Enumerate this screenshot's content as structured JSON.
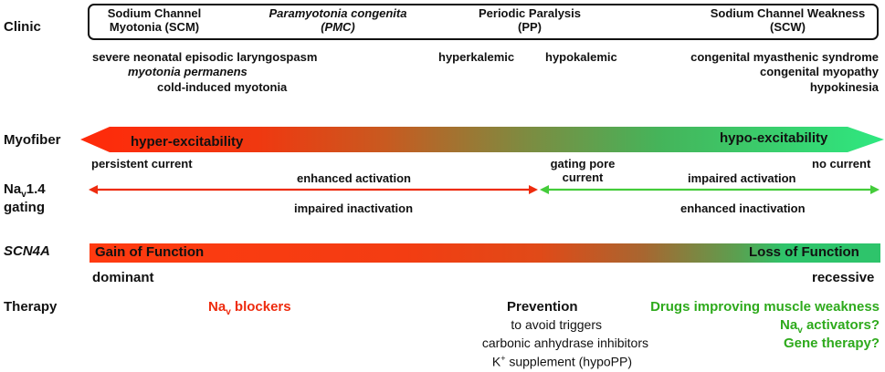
{
  "row_labels": {
    "clinic": "Clinic",
    "myofiber": "Myofiber",
    "nav_main": "Na",
    "nav_sub": "v",
    "nav_rest": "1.4",
    "gating": "gating",
    "scn4a": "SCN4A",
    "therapy": "Therapy"
  },
  "clinic_box": {
    "scm_line1": "Sodium Channel",
    "scm_line2": "Myotonia (SCM)",
    "pmc_line1": "Paramyotonia congenita",
    "pmc_line2": "(PMC)",
    "pp_line1": "Periodic Paralysis",
    "pp_line2": "(PP)",
    "scw_line1": "Sodium Channel Weakness",
    "scw_line2": "(SCW)"
  },
  "clinic_details": {
    "left1": "severe neonatal episodic laryngospasm",
    "left2": "myotonia permanens",
    "left3": "cold-induced myotonia",
    "hyperkalemic": "hyperkalemic",
    "hypokalemic": "hypokalemic",
    "right1": "congenital myasthenic syndrome",
    "right2": "congenital myopathy",
    "right3": "hypokinesia"
  },
  "myofiber": {
    "left_label": "hyper-excitability",
    "right_label": "hypo-excitability"
  },
  "gating": {
    "persistent": "persistent current",
    "enhanced_activation": "enhanced activation",
    "impaired_inactivation": "impaired inactivation",
    "gating_pore_1": "gating pore",
    "gating_pore_2": "current",
    "impaired_activation": "impaired activation",
    "enhanced_inactivation": "enhanced inactivation",
    "no_current": "no current"
  },
  "scn4a": {
    "gain": "Gain of Function",
    "loss": "Loss of Function",
    "dominant": "dominant",
    "recessive": "recessive"
  },
  "therapy": {
    "nav_blockers_main": "Na",
    "nav_blockers_sub": "v",
    "nav_blockers_rest": " blockers",
    "prevention": "Prevention",
    "prev1": "to avoid triggers",
    "prev2": "carbonic anhydrase inhibitors",
    "prev3_main": "K",
    "prev3_sup": "+",
    "prev3_rest": " supplement (hypoPP)",
    "drugs": "Drugs improving muscle weakness",
    "activators_main": "Na",
    "activators_sub": "v",
    "activators_rest": " activators?",
    "gene": "Gene therapy?"
  },
  "colors": {
    "red": "#ee2b0e",
    "green": "#2ec46b",
    "dark_green": "#2eaa1c"
  }
}
